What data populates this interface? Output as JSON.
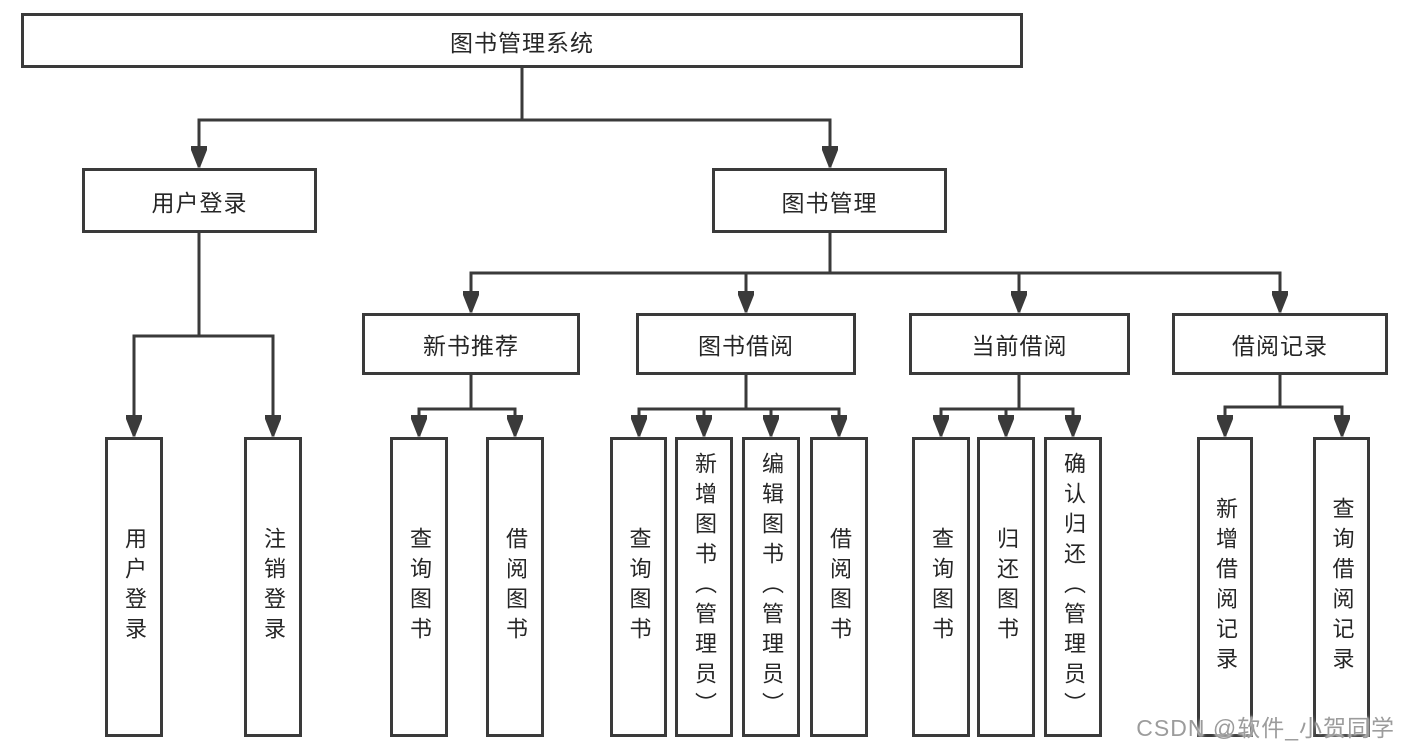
{
  "tree": {
    "root": {
      "label": "图书管理系统"
    },
    "level2": [
      {
        "label": "用户登录",
        "children": [
          {
            "label": "用户登录"
          },
          {
            "label": "注销登录"
          }
        ]
      },
      {
        "label": "图书管理",
        "children": [
          {
            "label": "新书推荐",
            "children": [
              {
                "label": "查询图书"
              },
              {
                "label": "借阅图书"
              }
            ]
          },
          {
            "label": "图书借阅",
            "children": [
              {
                "label": "查询图书"
              },
              {
                "label": "新增图书（管理员）"
              },
              {
                "label": "编辑图书（管理员）"
              },
              {
                "label": "借阅图书"
              }
            ]
          },
          {
            "label": "当前借阅",
            "children": [
              {
                "label": "查询图书"
              },
              {
                "label": "归还图书"
              },
              {
                "label": "确认归还（管理员）"
              }
            ]
          },
          {
            "label": "借阅记录",
            "children": [
              {
                "label": "新增借阅记录"
              },
              {
                "label": "查询借阅记录"
              }
            ]
          }
        ]
      }
    ]
  },
  "watermark": {
    "text": "CSDN @软件_小贺同学"
  },
  "colors": {
    "line": "#3a3a3a",
    "box_border": "#3a3a3a",
    "text": "#262626",
    "watermark": "#9c9c9c",
    "background": "#ffffff"
  }
}
